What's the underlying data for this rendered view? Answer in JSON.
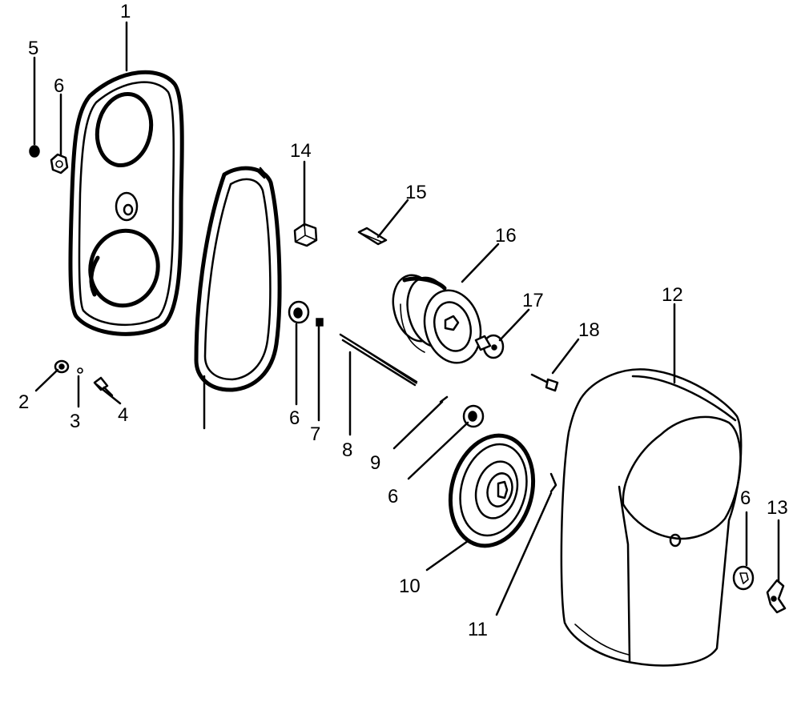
{
  "diagram": {
    "type": "exploded-parts-view",
    "labels": {
      "p1": "1",
      "p2": "2",
      "p3": "3",
      "p4": "4",
      "p5": "5",
      "p6a": "6",
      "p6b": "6",
      "p6c": "6",
      "p6d": "6",
      "p7": "7",
      "p8": "8",
      "p9": "9",
      "p10": "10",
      "p11": "11",
      "p12": "12",
      "p13": "13",
      "p14": "14",
      "p15": "15",
      "p16": "16",
      "p17": "17",
      "p18": "18"
    }
  }
}
